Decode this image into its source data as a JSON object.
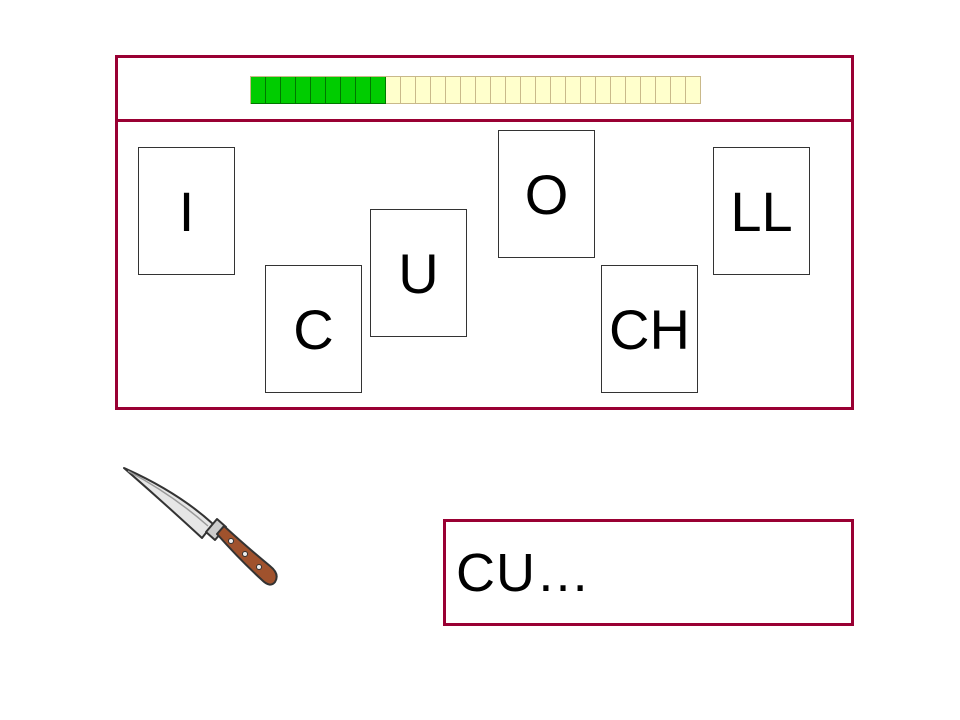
{
  "progress": {
    "total": 30,
    "filled": 9
  },
  "cards": [
    {
      "id": "i",
      "label": "I"
    },
    {
      "id": "c",
      "label": "C"
    },
    {
      "id": "u",
      "label": "U"
    },
    {
      "id": "o",
      "label": "O"
    },
    {
      "id": "ch",
      "label": "CH"
    },
    {
      "id": "ll",
      "label": "LL"
    }
  ],
  "picture": {
    "icon": "knife-icon"
  },
  "answer": {
    "text": "CU…"
  },
  "colors": {
    "frame": "#990033",
    "progress_filled": "#00cc00",
    "progress_empty": "#ffffcc"
  }
}
